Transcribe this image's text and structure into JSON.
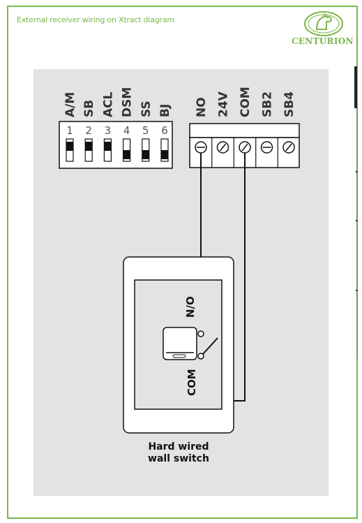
{
  "title": "External receiver wiring on Xtract diagram",
  "brand": {
    "name": "CENTURION",
    "color": "#7bb84a"
  },
  "dip_switches": [
    {
      "label": "A/M",
      "number": "1",
      "state": "up"
    },
    {
      "label": "SB",
      "number": "2",
      "state": "up"
    },
    {
      "label": "ACL",
      "number": "3",
      "state": "up"
    },
    {
      "label": "DSM",
      "number": "4",
      "state": "down"
    },
    {
      "label": "SS",
      "number": "5",
      "state": "down"
    },
    {
      "label": "BJ",
      "number": "6",
      "state": "down"
    }
  ],
  "terminals": [
    {
      "label": "NO",
      "screw": "minus"
    },
    {
      "label": "24V",
      "screw": "slash"
    },
    {
      "label": "COM",
      "screw": "slash"
    },
    {
      "label": "SB2",
      "screw": "minus"
    },
    {
      "label": "SB4",
      "screw": "slash"
    }
  ],
  "switch": {
    "no_label": "N/O",
    "com_label": "COM",
    "caption_line1": "Hard wired",
    "caption_line2": "wall switch"
  }
}
